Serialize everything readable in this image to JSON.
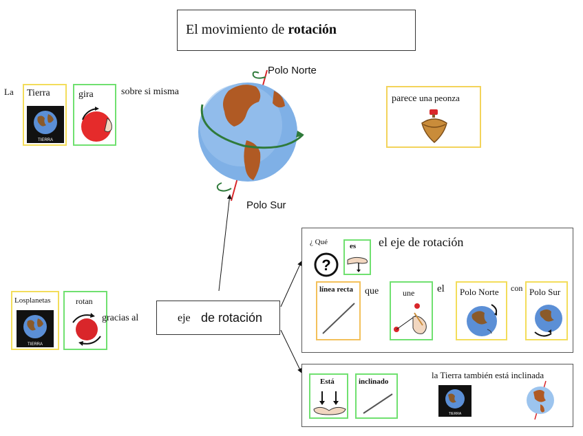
{
  "title": {
    "prefix": "El movimiento de ",
    "bold": "rotación"
  },
  "top_row": {
    "la": "La",
    "tierra_card": {
      "label": "Tierra",
      "badge": "TIERRA"
    },
    "gira_card": {
      "label": "gira"
    },
    "sobre_si_misma": "sobre si misma",
    "peonza_card": {
      "label_a": "parece",
      "label_b": "una peonza"
    }
  },
  "globe": {
    "north": "Polo Norte",
    "south": "Polo Sur"
  },
  "bottom_left": {
    "planetas_card": {
      "label_a": "Los",
      "label_b": "planetas",
      "badge": "TIERRA"
    },
    "rotan_card": {
      "label": "rotan"
    },
    "gracias_al": "gracias al"
  },
  "eje_box": {
    "word_a": "eje",
    "word_b": "de rotación"
  },
  "panel_top": {
    "que_q": "¿ Qué",
    "es_card": "es",
    "heading": "el eje de rotación",
    "linea_recta": "línea recta",
    "que": "que",
    "une": "une",
    "el": "el",
    "polo_norte": "Polo Norte",
    "con": "con",
    "polo_sur": "Polo Sur"
  },
  "panel_bottom": {
    "esta": "Está",
    "inclinado": "inclinado",
    "text": "la Tierra también está inclinada",
    "badge": "TIERRA"
  },
  "colors": {
    "yellow": "#f3dd5a",
    "green": "#6fe06f",
    "ocean": "#5b8fd6",
    "land": "#b05a24",
    "arrow_green": "#2f7a3a"
  }
}
